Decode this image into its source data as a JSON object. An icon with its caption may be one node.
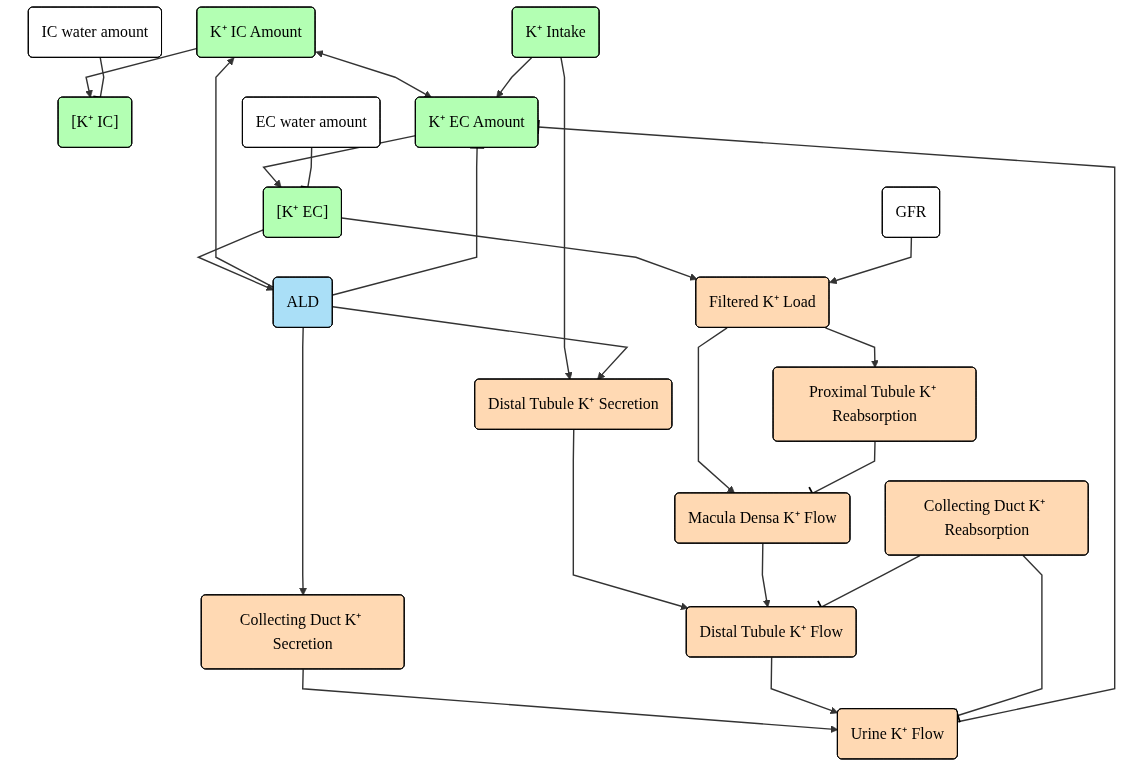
{
  "diagram": {
    "nodes": [
      {
        "text": [
          "K⁺ IC Amount"
        ]
      },
      {
        "text": [
          "[K⁺ IC]"
        ]
      },
      {
        "text": [
          "IC water amount"
        ]
      },
      {
        "text": [
          "K⁺ Intake"
        ]
      },
      {
        "text": [
          "K⁺ EC Amount"
        ]
      },
      {
        "text": [
          "[K⁺ EC]"
        ]
      },
      {
        "text": [
          "EC water amount"
        ]
      },
      {
        "text": [
          "ALD"
        ]
      },
      {
        "text": [
          "Collecting Duct K⁺ Secretion"
        ]
      },
      {
        "text": [
          "Distal Tubule K⁺ Secretion"
        ]
      },
      {
        "text": [
          "Urine K⁺ Flow"
        ]
      },
      {
        "text": [
          "Distal Tubule K⁺ Flow"
        ]
      },
      {
        "text": [
          "Macula Densa K⁺ Flow"
        ]
      },
      {
        "text": [
          "Filtered K⁺ Load"
        ]
      },
      {
        "text": [
          "GFR"
        ]
      },
      {
        "text": [
          "Collecting Duct K⁺ Reabsorption"
        ]
      },
      {
        "text": [
          "Proximal Tubule K⁺ Reabsorption"
        ]
      }
    ],
    "edges": [
      {
        "from": 0,
        "to": 1,
        "arrow": "to"
      },
      {
        "from": 2,
        "to": 1,
        "arrow": "other"
      },
      {
        "from": 0,
        "to": 4,
        "arrow": "both"
      },
      {
        "from": 3,
        "to": 4,
        "arrow": "to"
      },
      {
        "from": 4,
        "to": 5,
        "arrow": "to"
      },
      {
        "from": 6,
        "to": 5,
        "arrow": "other"
      },
      {
        "from": 5,
        "to": 7,
        "arrow": "to"
      },
      {
        "from": 7,
        "to": 0,
        "arrow": "to"
      },
      {
        "from": 7,
        "to": 4,
        "arrow": "other"
      },
      {
        "from": 3,
        "to": 9,
        "arrow": "to"
      },
      {
        "from": 7,
        "to": 8,
        "arrow": "to"
      },
      {
        "from": 7,
        "to": 9,
        "arrow": "to"
      },
      {
        "from": 5,
        "to": 13,
        "arrow": "to"
      },
      {
        "from": 10,
        "to": 4,
        "arrow": "other"
      },
      {
        "from": 8,
        "to": 10,
        "arrow": "to"
      },
      {
        "from": 9,
        "to": 11,
        "arrow": "to"
      },
      {
        "from": 11,
        "to": 10,
        "arrow": "to"
      },
      {
        "from": 12,
        "to": 11,
        "arrow": "to"
      },
      {
        "from": 13,
        "to": 12,
        "arrow": "to"
      },
      {
        "from": 14,
        "to": 13,
        "arrow": "to"
      },
      {
        "from": 13,
        "to": 16,
        "arrow": "to"
      },
      {
        "from": 16,
        "to": 12,
        "arrow": "other"
      },
      {
        "from": 15,
        "to": 10,
        "arrow": "other"
      },
      {
        "from": 15,
        "to": 11,
        "arrow": "other"
      }
    ]
  }
}
